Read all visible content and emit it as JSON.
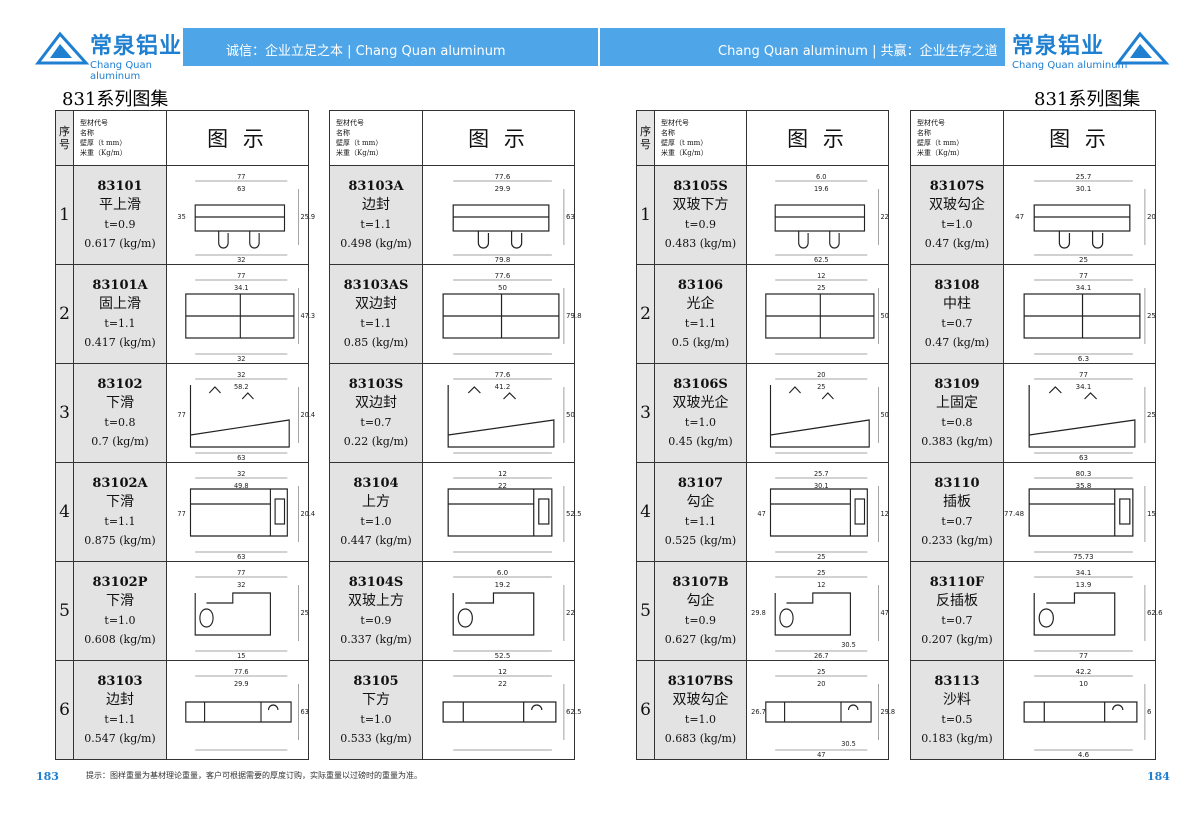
{
  "header": {
    "left_banner": "诚信：企业立足之本 | Chang Quan aluminum",
    "right_banner": "Chang Quan aluminum | 共赢：企业生存之道",
    "brand_cn": "常泉铝业",
    "brand_en": "Chang Quan aluminum",
    "series_title": "831系列图集"
  },
  "table_header": {
    "index": "序号",
    "info_lines": [
      "型材代号",
      "名称",
      "壁厚（t mm）",
      "米重（Kg/m）"
    ],
    "figure": "图 示"
  },
  "rows": [
    {
      "index": "1"
    },
    {
      "index": "2"
    },
    {
      "index": "3"
    },
    {
      "index": "4"
    },
    {
      "index": "5"
    },
    {
      "index": "6"
    }
  ],
  "col_a": [
    {
      "code": "83101",
      "name": "平上滑",
      "t": "t=0.9",
      "w": "0.617 (kg/m)",
      "dims": [
        "77",
        "63",
        "25.9",
        "32",
        "35"
      ]
    },
    {
      "code": "83101A",
      "name": "固上滑",
      "t": "t=1.1",
      "w": "0.417 (kg/m)",
      "dims": [
        "77",
        "34.1",
        "47.3",
        "32"
      ]
    },
    {
      "code": "83102",
      "name": "下滑",
      "t": "t=0.8",
      "w": "0.7 (kg/m)",
      "dims": [
        "32",
        "58.2",
        "20.4",
        "63",
        "77"
      ]
    },
    {
      "code": "83102A",
      "name": "下滑",
      "t": "t=1.1",
      "w": "0.875 (kg/m)",
      "dims": [
        "32",
        "49.8",
        "20.4",
        "63",
        "77"
      ]
    },
    {
      "code": "83102P",
      "name": "下滑",
      "t": "t=1.0",
      "w": "0.608 (kg/m)",
      "dims": [
        "77",
        "32",
        "25",
        "15"
      ]
    },
    {
      "code": "83103",
      "name": "边封",
      "t": "t=1.1",
      "w": "0.547 (kg/m)",
      "dims": [
        "77.6",
        "29.9",
        "63"
      ]
    }
  ],
  "col_b": [
    {
      "code": "83103A",
      "name": "边封",
      "t": "t=1.1",
      "w": "0.498 (kg/m)",
      "dims": [
        "77.6",
        "29.9",
        "63",
        "79.8"
      ]
    },
    {
      "code": "83103AS",
      "name": "双边封",
      "t": "t=1.1",
      "w": "0.85 (kg/m)",
      "dims": [
        "77.6",
        "50",
        "79.8"
      ]
    },
    {
      "code": "83103S",
      "name": "双边封",
      "t": "t=0.7",
      "w": "0.22 (kg/m)",
      "dims": [
        "77.6",
        "41.2",
        "50"
      ]
    },
    {
      "code": "83104",
      "name": "上方",
      "t": "t=1.0",
      "w": "0.447 (kg/m)",
      "dims": [
        "12",
        "22",
        "52.5"
      ]
    },
    {
      "code": "83104S",
      "name": "双玻上方",
      "t": "t=0.9",
      "w": "0.337 (kg/m)",
      "dims": [
        "6.0",
        "19.2",
        "22",
        "52.5"
      ]
    },
    {
      "code": "83105",
      "name": "下方",
      "t": "t=1.0",
      "w": "0.533 (kg/m)",
      "dims": [
        "12",
        "22",
        "62.5"
      ]
    }
  ],
  "col_c": [
    {
      "code": "83105S",
      "name": "双玻下方",
      "t": "t=0.9",
      "w": "0.483 (kg/m)",
      "dims": [
        "6.0",
        "19.6",
        "22",
        "62.5"
      ]
    },
    {
      "code": "83106",
      "name": "光企",
      "t": "t=1.1",
      "w": "0.5 (kg/m)",
      "dims": [
        "12",
        "25",
        "50"
      ]
    },
    {
      "code": "83106S",
      "name": "双玻光企",
      "t": "t=1.0",
      "w": "0.45 (kg/m)",
      "dims": [
        "20",
        "25",
        "50"
      ]
    },
    {
      "code": "83107",
      "name": "勾企",
      "t": "t=1.1",
      "w": "0.525 (kg/m)",
      "dims": [
        "25.7",
        "30.1",
        "12",
        "25",
        "47"
      ]
    },
    {
      "code": "83107B",
      "name": "勾企",
      "t": "t=0.9",
      "w": "0.627 (kg/m)",
      "dims": [
        "25",
        "12",
        "47",
        "26.7",
        "29.8",
        "30.5"
      ]
    },
    {
      "code": "83107BS",
      "name": "双玻勾企",
      "t": "t=1.0",
      "w": "0.683 (kg/m)",
      "dims": [
        "25",
        "20",
        "29.8",
        "47",
        "26.7",
        "30.5"
      ]
    }
  ],
  "col_d": [
    {
      "code": "83107S",
      "name": "双玻勾企",
      "t": "t=1.0",
      "w": "0.47 (kg/m)",
      "dims": [
        "25.7",
        "30.1",
        "20",
        "25",
        "47"
      ]
    },
    {
      "code": "83108",
      "name": "中柱",
      "t": "t=0.7",
      "w": "0.47 (kg/m)",
      "dims": [
        "77",
        "34.1",
        "25",
        "6.3"
      ]
    },
    {
      "code": "83109",
      "name": "上固定",
      "t": "t=0.8",
      "w": "0.383 (kg/m)",
      "dims": [
        "77",
        "34.1",
        "25",
        "63"
      ]
    },
    {
      "code": "83110",
      "name": "插板",
      "t": "t=0.7",
      "w": "0.233 (kg/m)",
      "dims": [
        "80.3",
        "35.8",
        "15",
        "75.73",
        "77.48"
      ]
    },
    {
      "code": "83110F",
      "name": "反插板",
      "t": "t=0.7",
      "w": "0.207 (kg/m)",
      "dims": [
        "34.1",
        "13.9",
        "62.6",
        "77"
      ]
    },
    {
      "code": "83113",
      "name": "沙料",
      "t": "t=0.5",
      "w": "0.183 (kg/m)",
      "dims": [
        "42.2",
        "10",
        "6",
        "4.6"
      ]
    }
  ],
  "footer": {
    "left_page": "183",
    "right_page": "184",
    "note": "提示：图样重量为基材理论重量，客户可根据需要的厚度订购，实际重量以过磅时的重量为准。"
  }
}
